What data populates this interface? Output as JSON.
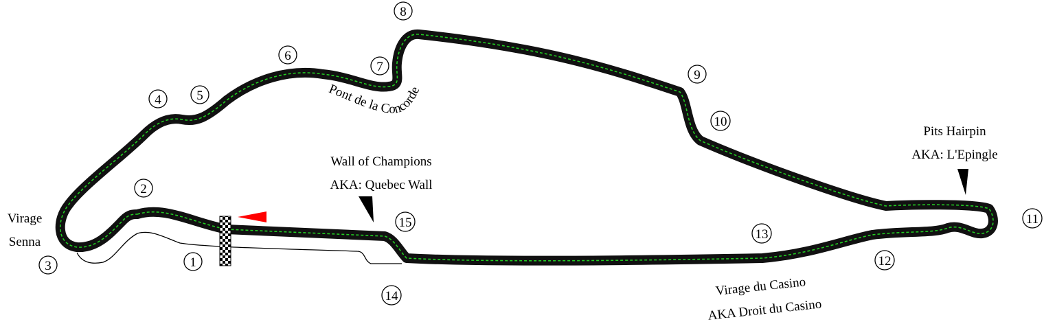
{
  "colors": {
    "track": "#111111",
    "centerline": "#22cc22",
    "start_arrow": "#ff0000",
    "background": "#ffffff"
  },
  "corners": [
    "1",
    "2",
    "3",
    "4",
    "5",
    "6",
    "7",
    "8",
    "9",
    "10",
    "11",
    "12",
    "13",
    "14",
    "15"
  ],
  "labels": {
    "senna_line1": "Virage",
    "senna_line2": "Senna",
    "pont_arc": "Pont de la Concorde",
    "wall_line1": "Wall of Champions",
    "wall_line2": "AKA: Quebec Wall",
    "pits_line1": "Pits Hairpin",
    "pits_line2": "AKA: L'Epingle",
    "casino_line1": "Virage du Casino",
    "casino_line2": "AKA Droit du Casino"
  },
  "icons": {
    "start_finish": "checkered-flag-icon",
    "direction": "direction-arrow-icon",
    "pointer": "pointer-triangle-icon"
  }
}
